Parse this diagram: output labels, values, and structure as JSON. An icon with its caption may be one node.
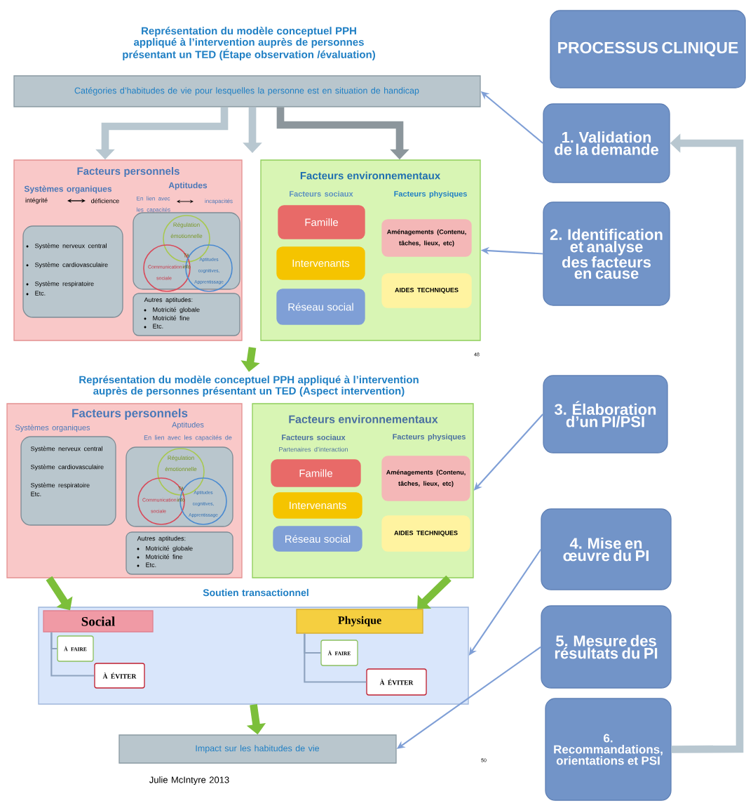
{
  "diagram": {
    "title": "Représentation du modèle conceptuel PPH appliqué à l’intervention auprès de personnes présentant un TED (Étape observation /évaluation)",
    "nodes": [
      {
        "text": [
          "Catégories d’habitudes de vie pour lesquelles la personne est en situation de handicap"
        ]
      },
      {
        "text": [
          "Facteurs personnels",
          "Systèmes organiques",
          "intégrité",
          "déficience",
          "Aptitudes",
          "En lien avec les capacités de:",
          "incapacités"
        ]
      },
      {
        "text": [
          "Système nerveux central",
          "Système cardiovasculaire",
          "Système respiratoire",
          "Etc."
        ],
        "in": 1
      },
      {
        "text": [],
        "shape": "box",
        "in": 1
      },
      {
        "text": [
          "Régulation émotionnelle"
        ],
        "in": 3
      },
      {
        "text": [
          "Communication sociale"
        ],
        "in": 3
      },
      {
        "text": [
          "Aptitudes cognitives, Apprentissage"
        ],
        "in": 3
      },
      {
        "text": [
          "Autres aptitudes:",
          "Motricité globale",
          "Motricité fine",
          "Etc."
        ],
        "in": 1
      },
      {
        "text": [
          "Facteurs environnementaux",
          "Facteurs sociaux",
          "Facteurs physiques"
        ]
      },
      {
        "text": [
          "Famille"
        ],
        "in": 8
      },
      {
        "text": [
          "Intervenants"
        ],
        "in": 8
      },
      {
        "text": [
          "Réseau social"
        ],
        "in": 8
      },
      {
        "text": [
          "Aménagements (Contenu, tâches, lieux, etc)"
        ],
        "in": 8
      },
      {
        "text": [
          "AIDES TECHNIQUES"
        ],
        "in": 8
      },
      {
        "text": [
          "Représentation du modèle conceptuel PPH appliqué à l’intervention auprès de personnes présentant un TED (Aspect intervention)"
        ]
      },
      {
        "text": [
          "Facteurs personnels",
          "Systèmes organiques",
          "Aptitudes",
          "En lien avec les capacités de"
        ]
      },
      {
        "text": [
          "Système nerveux central",
          "Système cardiovasculaire",
          "Système respiratoire",
          "Etc."
        ],
        "in": 15
      },
      {
        "text": [],
        "shape": "box",
        "in": 15
      },
      {
        "text": [
          "Régulation émotionnelle"
        ],
        "in": 17
      },
      {
        "text": [
          "Communication sociale"
        ],
        "in": 17
      },
      {
        "text": [
          "Aptitudes cognitives, Apprentissage"
        ],
        "in": 17
      },
      {
        "text": [
          "Autres aptitudes:",
          "Motricité globale",
          "Motricité fine",
          "Etc."
        ],
        "in": 15
      },
      {
        "text": [
          "Facteurs environnementaux",
          "Facteurs sociaux",
          "Partenaires d’interaction",
          "Facteurs physiques"
        ]
      },
      {
        "text": [
          "Famille"
        ],
        "in": 22
      },
      {
        "text": [
          "Intervenants"
        ],
        "in": 22
      },
      {
        "text": [
          "Réseau social"
        ],
        "in": 22
      },
      {
        "text": [
          "Aménagements (Contenu, tâches, lieux, etc)"
        ],
        "in": 22
      },
      {
        "text": [
          "AIDES TECHNIQUES"
        ],
        "in": 22
      },
      {
        "text": [
          "Soutien transactionnel"
        ]
      },
      {
        "text": [
          "Social"
        ],
        "in": 28
      },
      {
        "text": [
          "À FAIRE"
        ],
        "in": 28
      },
      {
        "text": [
          "À ÉVITER"
        ],
        "in": 28
      },
      {
        "text": [
          "Physique"
        ],
        "in": 28
      },
      {
        "text": [
          "À FAIRE"
        ],
        "in": 28
      },
      {
        "text": [
          "À ÉVITER"
        ],
        "in": 28
      },
      {
        "text": [
          "Impact sur les habitudes de vie"
        ]
      },
      {
        "text": [
          "PROCESSUS CLINIQUE"
        ]
      },
      {
        "text": [
          "1. Validation de la demande"
        ]
      },
      {
        "text": [
          "2. Identification et analyse des facteurs en cause"
        ]
      },
      {
        "text": [
          "3. Élaboration d’un PI/PSI"
        ]
      },
      {
        "text": [
          "4. Mise en œuvre du PI"
        ]
      },
      {
        "text": [
          "5. Mesure des résultats du PI"
        ]
      },
      {
        "text": [
          "6. Recommandations, orientations et PSI"
        ]
      }
    ],
    "edges": [
      {
        "from": 0,
        "to": 1,
        "arrow": "to",
        "style": "thick",
        "color": "#b8c7d0"
      },
      {
        "from": 0,
        "to": null,
        "arrow": "to",
        "style": "thick",
        "color": "#b8c7d0"
      },
      {
        "from": 0,
        "to": 8,
        "arrow": "to",
        "style": "thick",
        "color": "#8c969c"
      },
      {
        "from": null,
        "to": 14,
        "arrow": "to",
        "style": "thick",
        "color": "#7cbf3a"
      },
      {
        "from": 15,
        "to": 29,
        "arrow": "to",
        "style": "thick",
        "color": "#7cbf3a"
      },
      {
        "from": 22,
        "to": 32,
        "arrow": "to",
        "style": "thick",
        "color": "#7cbf3a"
      },
      {
        "from": 28,
        "to": 35,
        "arrow": "to",
        "style": "thick",
        "color": "#7cbf3a"
      },
      {
        "from": 29,
        "to": 30,
        "arrow": "none",
        "color": "#8ea3bf"
      },
      {
        "from": 29,
        "to": 31,
        "arrow": "none",
        "color": "#8ea3bf"
      },
      {
        "from": 32,
        "to": 33,
        "arrow": "none",
        "color": "#8ea3bf"
      },
      {
        "from": 32,
        "to": 34,
        "arrow": "none",
        "color": "#8ea3bf"
      },
      {
        "from": 37,
        "to": 0,
        "arrow": "to",
        "color": "#7f9fd6"
      },
      {
        "from": 38,
        "to": 8,
        "arrow": "to",
        "color": "#7f9fd6"
      },
      {
        "from": 39,
        "to": 22,
        "arrow": "to",
        "color": "#7f9fd6"
      },
      {
        "from": 40,
        "to": 28,
        "arrow": "to",
        "color": "#7f9fd6"
      },
      {
        "from": 41,
        "to": 35,
        "arrow": "to",
        "color": "#7f9fd6"
      },
      {
        "from": 42,
        "to": 37,
        "arrow": "to",
        "style": "thick",
        "color": "#b8c7d0"
      }
    ],
    "labels": [
      "TA info",
      "48",
      "TA info",
      "50",
      "Julie McIntyre 2013"
    ]
  }
}
